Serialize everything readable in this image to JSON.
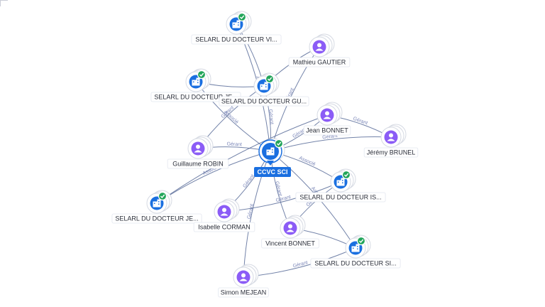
{
  "center": {
    "label": "CCVC SCI",
    "icon": "building-icon",
    "verified": true
  },
  "nodes": [
    {
      "id": "vi",
      "label": "SELARL DU DOCTEUR VI...",
      "kind": "company",
      "verified": true,
      "icon": "building-icon"
    },
    {
      "id": "je1",
      "label": "SELARL DU DOCTEUR JE...",
      "kind": "company",
      "verified": true,
      "icon": "building-icon"
    },
    {
      "id": "gu",
      "label": "SELARL DU DOCTEUR GU...",
      "kind": "company",
      "verified": true,
      "icon": "building-icon"
    },
    {
      "id": "mg",
      "label": "Mathieu GAUTIER",
      "kind": "person",
      "icon": "person-icon"
    },
    {
      "id": "jb",
      "label": "Jean BONNET",
      "kind": "person",
      "icon": "person-icon"
    },
    {
      "id": "jr",
      "label": "Jérémy BRUNEL",
      "kind": "person",
      "icon": "person-icon"
    },
    {
      "id": "gr",
      "label": "Guillaume ROBIN",
      "kind": "person",
      "icon": "person-icon"
    },
    {
      "id": "is",
      "label": "SELARL DU DOCTEUR IS...",
      "kind": "company",
      "verified": true,
      "icon": "building-icon"
    },
    {
      "id": "je2",
      "label": "SELARL DU DOCTEUR JE...",
      "kind": "company",
      "verified": true,
      "icon": "building-icon"
    },
    {
      "id": "ic",
      "label": "Isabelle CORMAN",
      "kind": "person",
      "icon": "person-icon"
    },
    {
      "id": "vb",
      "label": "Vincent BONNET",
      "kind": "person",
      "icon": "person-icon"
    },
    {
      "id": "si",
      "label": "SELARL DU DOCTEUR SI...",
      "kind": "company",
      "verified": true,
      "icon": "building-icon"
    },
    {
      "id": "sm",
      "label": "Simon MEJEAN",
      "kind": "person",
      "icon": "person-icon"
    }
  ],
  "edges": [
    {
      "from": "center",
      "to": "vi",
      "label": "Associé"
    },
    {
      "from": "center",
      "to": "je1",
      "label": "Associé"
    },
    {
      "from": "center",
      "to": "gu",
      "label": "Gérant"
    },
    {
      "from": "center",
      "to": "mg",
      "label": "Gérant"
    },
    {
      "from": "center",
      "to": "jb",
      "label": "Gérant"
    },
    {
      "from": "center",
      "to": "jr",
      "label": "Gérant"
    },
    {
      "from": "center",
      "to": "gr",
      "label": "Gérant"
    },
    {
      "from": "center",
      "to": "is",
      "label": "Associé"
    },
    {
      "from": "center",
      "to": "je2",
      "label": "Associé"
    },
    {
      "from": "center",
      "to": "ic",
      "label": "Gérant"
    },
    {
      "from": "center",
      "to": "vb",
      "label": "Gérant"
    },
    {
      "from": "center",
      "to": "si",
      "label": "Associé"
    },
    {
      "from": "center",
      "to": "sm",
      "label": "Gérant"
    },
    {
      "from": "gu",
      "to": "je1",
      "label": ""
    },
    {
      "from": "gu",
      "to": "vi",
      "label": ""
    },
    {
      "from": "gu",
      "to": "mg",
      "label": ""
    },
    {
      "from": "gu",
      "to": "gr",
      "label": "Gérant"
    },
    {
      "from": "jb",
      "to": "jr",
      "label": "Gérant"
    },
    {
      "from": "jb",
      "to": "je2",
      "label": ""
    },
    {
      "from": "is",
      "to": "ic",
      "label": "Gérant"
    },
    {
      "from": "is",
      "to": "vb",
      "label": "Gérant"
    },
    {
      "from": "si",
      "to": "sm",
      "label": "Gérant"
    },
    {
      "from": "si",
      "to": "vb",
      "label": ""
    }
  ]
}
